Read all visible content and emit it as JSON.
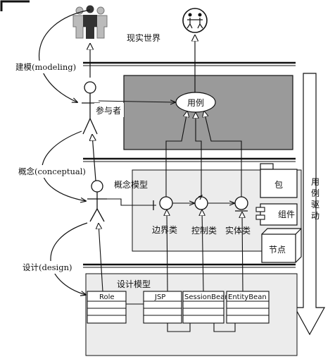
{
  "labels": {
    "real_world": "现实世界",
    "modeling": "建模(modeling)",
    "conceptual": "概念(conceptual)",
    "design": "设计(design)",
    "actor": "参与者",
    "use_case": "用例",
    "concept_model": "概念模型",
    "design_model": "设计模型",
    "boundary": "边界类",
    "control": "控制类",
    "entity": "实体类",
    "package": "包",
    "component": "组件",
    "node": "节点",
    "use_case_driven": "用例驱动"
  },
  "classes": {
    "role": "Role",
    "jsp": "JSP",
    "session_bean": "SessionBean",
    "entity_bean": "EntityBean"
  },
  "colors": {
    "line": "#111111",
    "shaded_panel": "#9a9a9a",
    "panel_fill": "#ececec",
    "paper": "#ffffff"
  }
}
